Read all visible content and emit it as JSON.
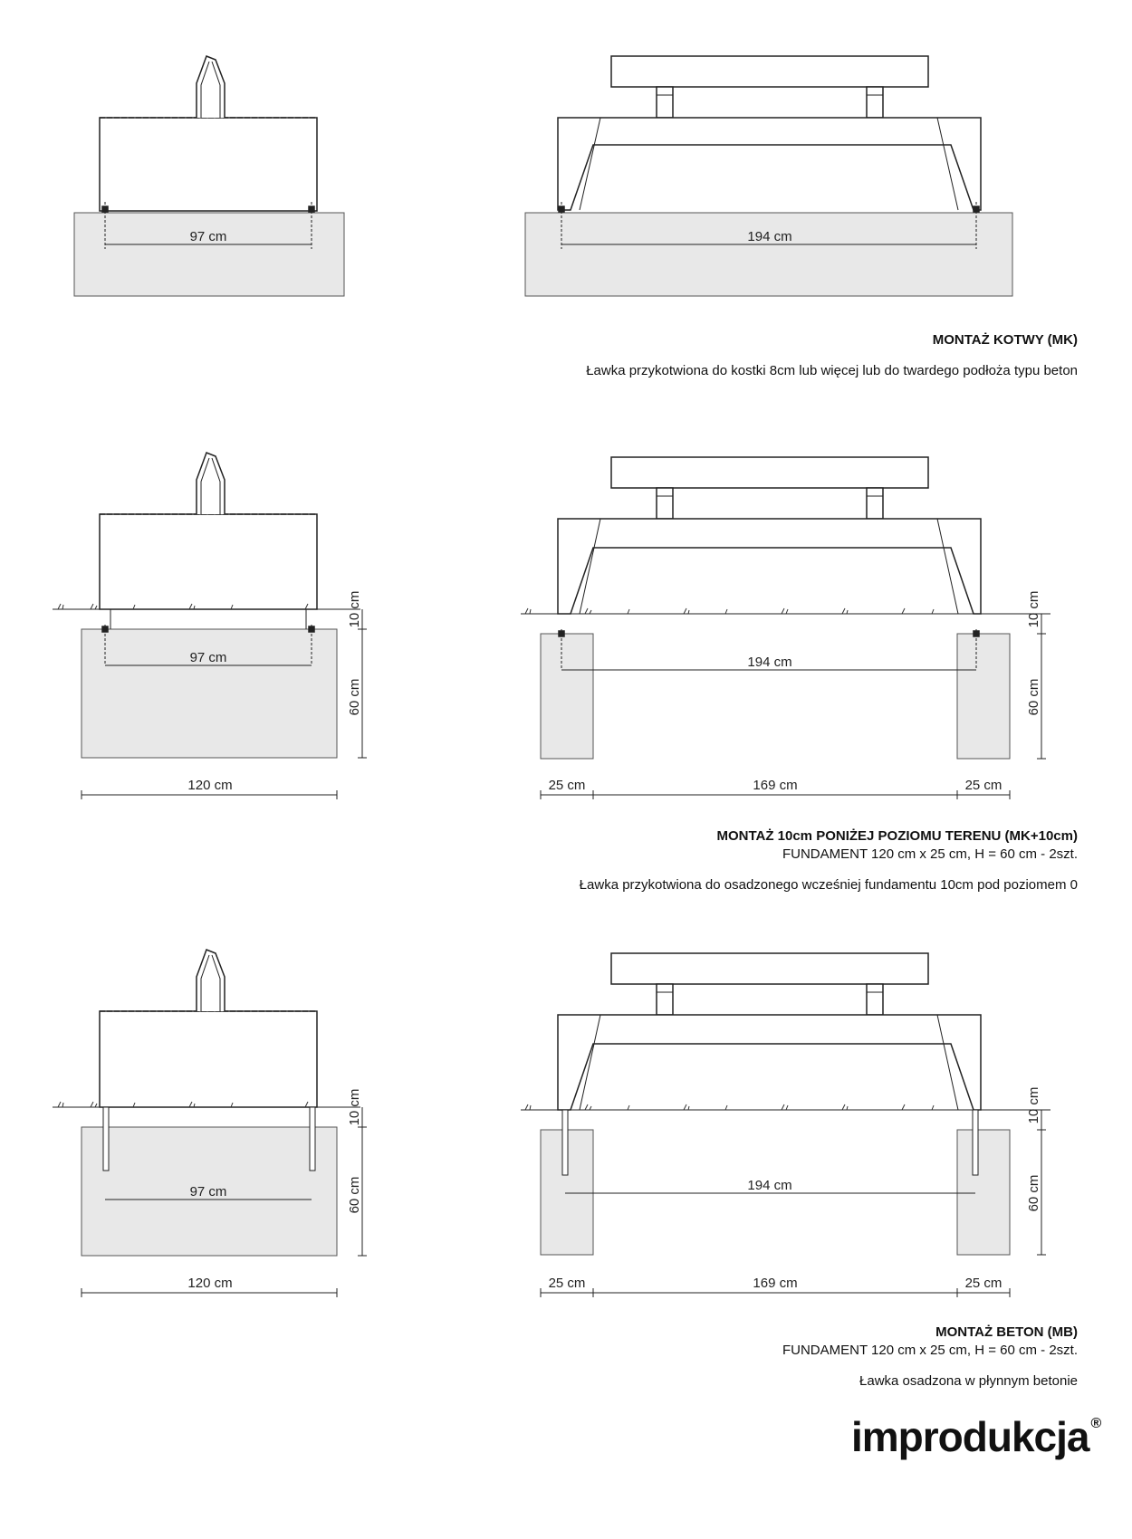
{
  "sections": [
    {
      "title": "MONTAŻ KOTWY (MK)",
      "subtitle": "",
      "description": "Ławka przykotwiona do kostki 8cm lub więcej lub do twardego podłoża typu beton",
      "dims": {
        "side_width": "97 cm",
        "front_width": "194 cm"
      }
    },
    {
      "title": "MONTAŻ 10cm PONIŻEJ POZIOMU TERENU (MK+10cm)",
      "subtitle": "FUNDAMENT 120 cm x 25 cm, H = 60 cm - 2szt.",
      "description": "Ławka przykotwiona do osadzonego wcześniej fundamentu 10cm pod poziomem 0",
      "dims": {
        "side_width": "97 cm",
        "front_width": "194 cm",
        "depth": "10 cm",
        "height": "60 cm",
        "base_width": "120 cm",
        "left_block": "25 cm",
        "middle": "169 cm",
        "right_block": "25 cm"
      }
    },
    {
      "title": "MONTAŻ BETON (MB)",
      "subtitle": "FUNDAMENT 120 cm x 25 cm, H = 60 cm - 2szt.",
      "description": "Ławka osadzona w płynnym betonie",
      "dims": {
        "side_width": "97 cm",
        "front_width": "194 cm",
        "depth": "10 cm",
        "height": "60 cm",
        "base_width": "120 cm",
        "left_block": "25 cm",
        "middle": "169 cm",
        "right_block": "25 cm"
      }
    }
  ],
  "logo": {
    "text": "improdukcja",
    "mark": "®"
  },
  "colors": {
    "concrete": "#e8e8e8",
    "line": "#222222"
  }
}
